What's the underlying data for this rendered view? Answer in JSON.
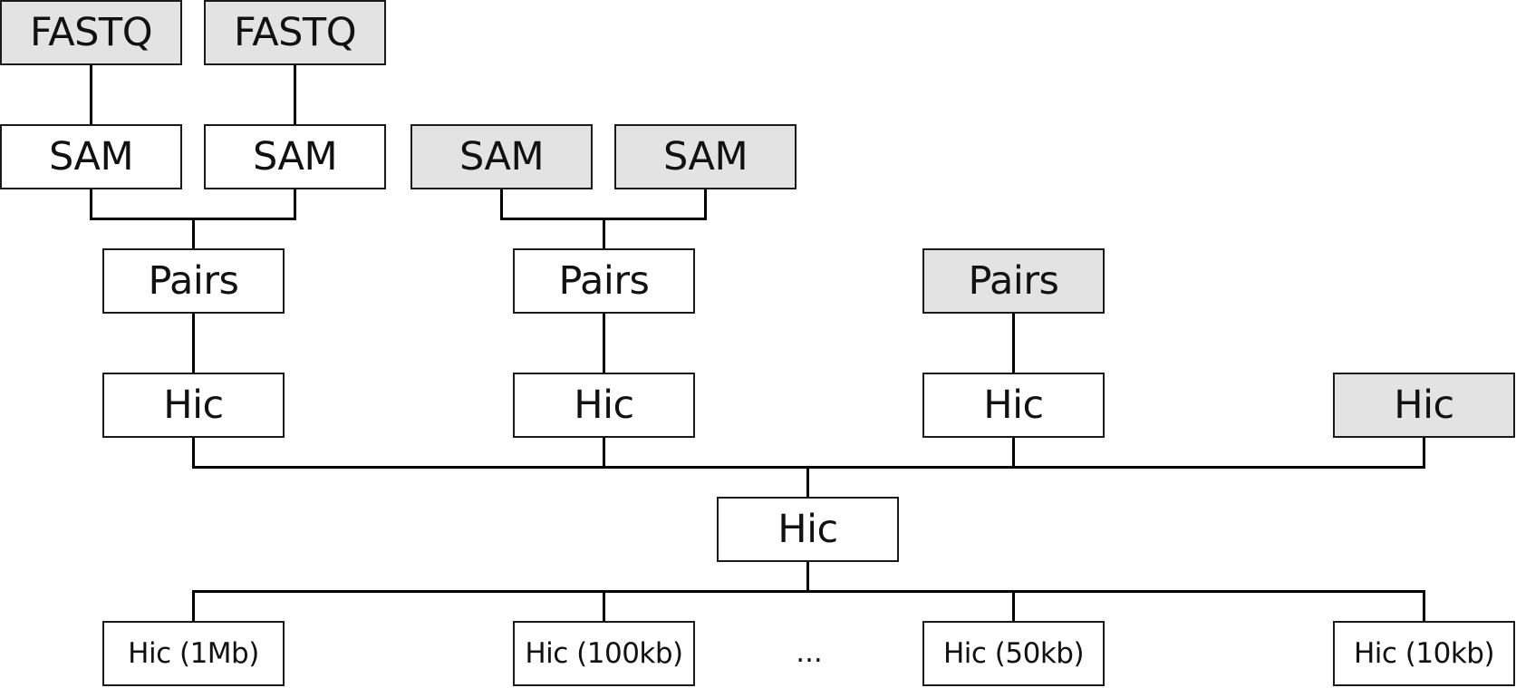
{
  "diagram": {
    "colors": {
      "shaded_fill": "#e2e3e2",
      "plain_fill": "#ffffff",
      "line": "#000000"
    },
    "nodes": {
      "fastq_1": {
        "label": "FASTQ",
        "shaded": true
      },
      "fastq_2": {
        "label": "FASTQ",
        "shaded": true
      },
      "sam_1": {
        "label": "SAM",
        "shaded": false
      },
      "sam_2": {
        "label": "SAM",
        "shaded": false
      },
      "sam_3": {
        "label": "SAM",
        "shaded": true
      },
      "sam_4": {
        "label": "SAM",
        "shaded": true
      },
      "pairs_1": {
        "label": "Pairs",
        "shaded": false
      },
      "pairs_2": {
        "label": "Pairs",
        "shaded": false
      },
      "pairs_3": {
        "label": "Pairs",
        "shaded": true
      },
      "hic_1": {
        "label": "Hic",
        "shaded": false
      },
      "hic_2": {
        "label": "Hic",
        "shaded": false
      },
      "hic_3": {
        "label": "Hic",
        "shaded": false
      },
      "hic_4": {
        "label": "Hic",
        "shaded": true
      },
      "hic_merged": {
        "label": "Hic",
        "shaded": false
      },
      "hic_1mb": {
        "label": "Hic (1Mb)",
        "shaded": false
      },
      "hic_100kb": {
        "label": "Hic (100kb)",
        "shaded": false
      },
      "hic_50kb": {
        "label": "Hic (50kb)",
        "shaded": false
      },
      "hic_10kb": {
        "label": "Hic (10kb)",
        "shaded": false
      }
    },
    "ellipsis": "...",
    "edges": [
      [
        "fastq_1",
        "sam_1"
      ],
      [
        "fastq_2",
        "sam_2"
      ],
      [
        "sam_1",
        "pairs_1"
      ],
      [
        "sam_2",
        "pairs_1"
      ],
      [
        "sam_3",
        "pairs_2"
      ],
      [
        "sam_4",
        "pairs_2"
      ],
      [
        "pairs_1",
        "hic_1"
      ],
      [
        "pairs_2",
        "hic_2"
      ],
      [
        "pairs_3",
        "hic_3"
      ],
      [
        "hic_1",
        "hic_merged"
      ],
      [
        "hic_2",
        "hic_merged"
      ],
      [
        "hic_3",
        "hic_merged"
      ],
      [
        "hic_4",
        "hic_merged"
      ],
      [
        "hic_merged",
        "hic_1mb"
      ],
      [
        "hic_merged",
        "hic_100kb"
      ],
      [
        "hic_merged",
        "hic_50kb"
      ],
      [
        "hic_merged",
        "hic_10kb"
      ]
    ]
  }
}
